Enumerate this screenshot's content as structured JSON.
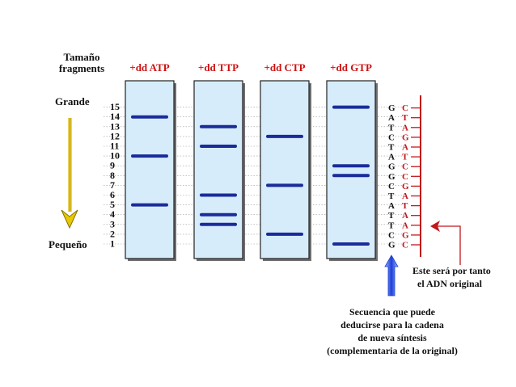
{
  "header": {
    "size_title_line1": "Tamaño",
    "size_title_line2": "fragments",
    "large_label": "Grande",
    "small_label": "Pequeño"
  },
  "lanes": [
    {
      "label": "+dd ATP",
      "bands": [
        14,
        10,
        5
      ]
    },
    {
      "label": "+dd TTP",
      "bands": [
        13,
        11,
        6,
        4,
        3
      ]
    },
    {
      "label": "+dd CTP",
      "bands": [
        12,
        7,
        2
      ]
    },
    {
      "label": "+dd GTP",
      "bands": [
        15,
        9,
        8,
        1
      ]
    }
  ],
  "size_numbers": [
    "15",
    "14",
    "13",
    "12",
    "11",
    "10",
    "9",
    "8",
    "7",
    "6",
    "5",
    "4",
    "3",
    "2",
    "1"
  ],
  "sequence_new": [
    "G",
    "A",
    "T",
    "C",
    "T",
    "A",
    "G",
    "G",
    "C",
    "T",
    "A",
    "T",
    "T",
    "C",
    "G"
  ],
  "sequence_original": [
    "C",
    "T",
    "A",
    "G",
    "A",
    "T",
    "C",
    "C",
    "G",
    "A",
    "T",
    "A",
    "A",
    "G",
    "C"
  ],
  "notes": {
    "original_line1": "Este será por tanto",
    "original_line2": "el ADN original",
    "deduced_line1": "Secuencia que puede",
    "deduced_line2": "deducirse para la cadena",
    "deduced_line3": "de nueva síntesis",
    "deduced_line4": "(complementaria de la original)"
  },
  "colors": {
    "lane_fill": "#d6ecfb",
    "band": "#1a2c9a",
    "lane_header": "#d01010",
    "original_strand": "#c0181c",
    "arrow_down": "#d9b400",
    "arrow_up": "#1d3fd6"
  }
}
